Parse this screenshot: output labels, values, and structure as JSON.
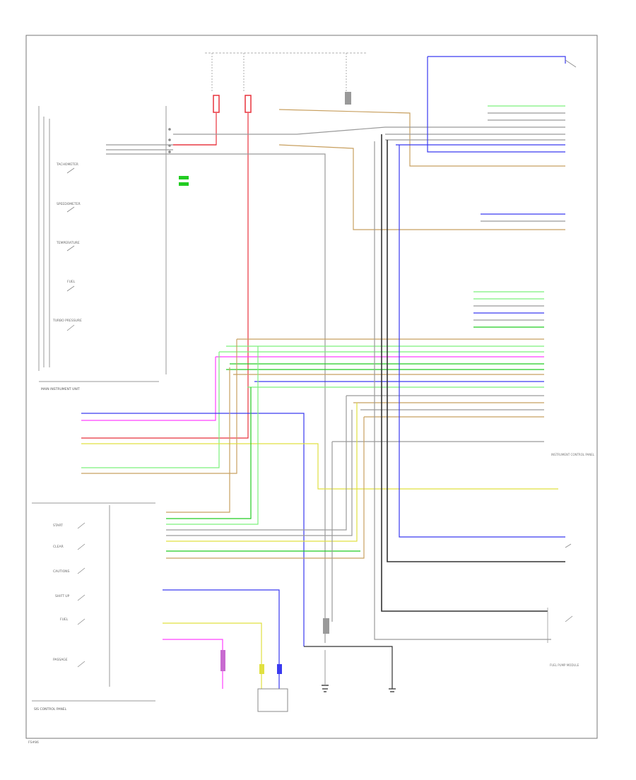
{
  "diagram": {
    "frame_label": "",
    "bottom_left_code": "FS#86",
    "components": {
      "main_instrument_unit": "MAIN INSTRUMENT UNIT",
      "instruments": [
        "TACHOMETER",
        "SPEEDOMETER",
        "TEMPERATURE",
        "FUEL",
        "TURBO PRESSURE"
      ],
      "sis_control_panel": "SIS CONTROL PANEL",
      "sis_switches": [
        "START",
        "CLEAR",
        "CAUTIONS",
        "SHIFT UP",
        "FUEL",
        "PASSAGE"
      ],
      "instrument_control_panel": "INSTRUMENT CONTROL PANEL",
      "fuel_pump_module": "FUEL PUMP MODULE"
    },
    "colors": {
      "red": "#e8323c",
      "pink": "#ff40ff",
      "green": "#22cc22",
      "lightgreen": "#7cf07c",
      "blue": "#3a3af0",
      "yellow": "#e0e040",
      "tan": "#c8a060",
      "gray": "#9a9a9a",
      "dark": "#333333",
      "orange": "#f08040"
    }
  }
}
